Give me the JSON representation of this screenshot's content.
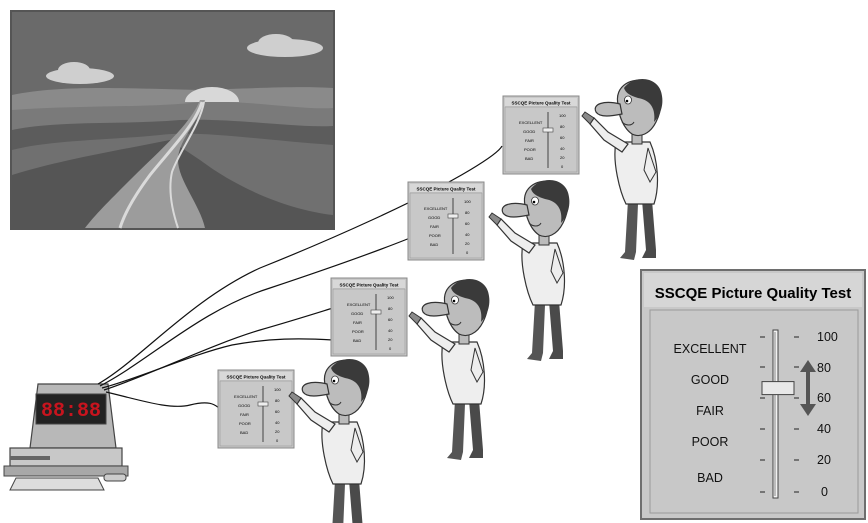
{
  "panel": {
    "title": "SSCQE Picture Quality Test",
    "ratings": [
      "EXCELLENT",
      "GOOD",
      "FAIR",
      "POOR",
      "BAD"
    ],
    "scale": [
      "100",
      "80",
      "60",
      "40",
      "20",
      "0"
    ],
    "slider_value": 67
  },
  "mini_panels": [
    {
      "title": "SSCQE Picture Quality Test"
    },
    {
      "title": "SSCQE Picture Quality Test"
    },
    {
      "title": "SSCQE Picture Quality Test"
    },
    {
      "title": "SSCQE Picture Quality Test"
    }
  ],
  "computer": {
    "display_text": "88:88",
    "display_color": "#c8141e"
  },
  "colors": {
    "panel_bg": "#c8c8c8",
    "frame": "#6e6e6e",
    "scene_sky": "#6a6a6a",
    "scene_far_hills": "#8a8a8a",
    "scene_near_hills": "#5c5c5c",
    "road": "#9c9c9c"
  }
}
